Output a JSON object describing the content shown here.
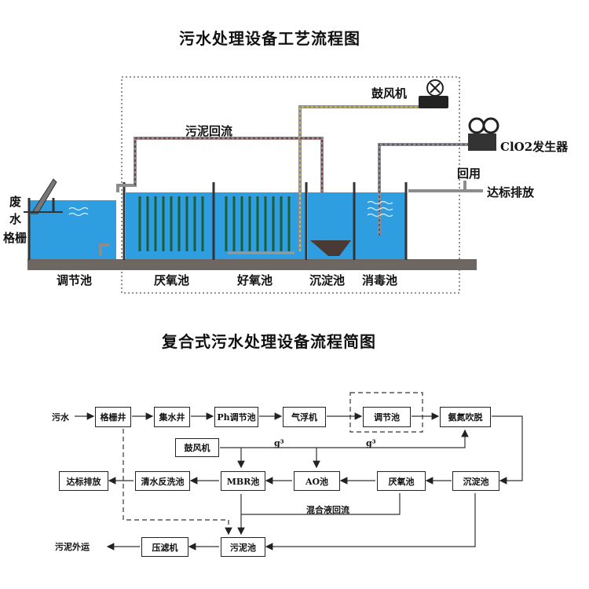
{
  "top": {
    "title": "污水处理设备工艺流程图",
    "labels": {
      "blower": "鼓风机",
      "sludge_return": "污泥回流",
      "clo2": "ClO2发生器",
      "reuse": "回用",
      "discharge": "达标排放",
      "waste": "废",
      "water": "水",
      "grille": "格栅"
    },
    "tanks": [
      "调节池",
      "厌氧池",
      "好氧池",
      "沉淀池",
      "消毒池"
    ]
  },
  "bottom": {
    "title": "复合式污水处理设备流程简图",
    "nodes": {
      "sewage": "污水",
      "grille_well": "格栅井",
      "collect_well": "集水井",
      "ph_tank": "Ph调节池",
      "air_float": "气浮机",
      "adjust_tank": "调节池",
      "ammonia_strip": "氨氮吹脱",
      "blower": "鼓风机",
      "discharge": "达标排放",
      "clean_backwash": "清水反洗池",
      "mbr": "MBR池",
      "ao": "AO池",
      "anaerobic": "厌氧池",
      "sedimentation": "沉淀池",
      "sludge_out": "污泥外运",
      "filter_press": "压滤机",
      "sludge_tank": "污泥池"
    },
    "edge_labels": {
      "g1": "g³",
      "g2": "g³",
      "mix_return": "混合液回流"
    }
  }
}
